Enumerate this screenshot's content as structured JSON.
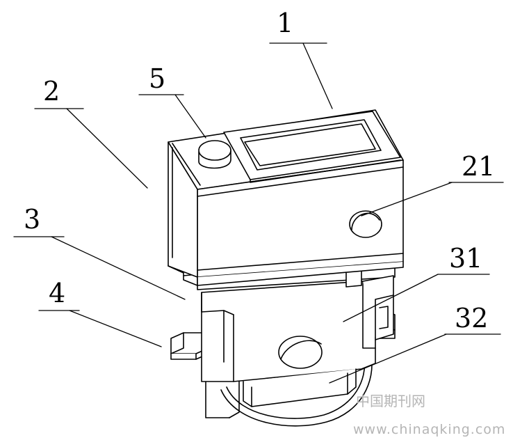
{
  "labels": {
    "l1": "1",
    "l2": "2",
    "l3": "3",
    "l4": "4",
    "l5": "5",
    "l21": "21",
    "l31": "31",
    "l32": "32"
  },
  "watermark": {
    "cn": "中国期刊网",
    "url": "www.chinaqking.com"
  },
  "colors": {
    "line": "#000000",
    "watermark": "#b5b5b5"
  }
}
